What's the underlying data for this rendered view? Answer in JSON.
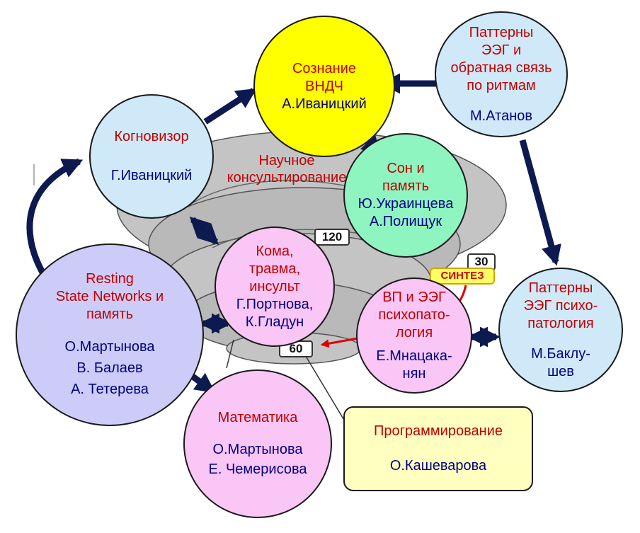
{
  "nodes": {
    "consciousness": {
      "title": "Сознание\nВНДЧ",
      "people": "А.Иваницкий",
      "fill": "#ffff00"
    },
    "eeg_patterns": {
      "title": "Паттерны\nЭЭГ и\nобратная связь\nпо ритмам",
      "people": "М.Атанов",
      "fill": "#cfe9f9"
    },
    "cognovisor": {
      "title": "Когновизор",
      "people": "Г.Иваницкий",
      "fill": "#cfe9f9"
    },
    "sleep": {
      "title": "Сон и\nпамять",
      "people": "Ю.Украинцева\nА.Полищук",
      "fill": "#8ff5c0"
    },
    "coma": {
      "title": "Кома,\nтравма,\nинсульт",
      "people": "Г.Портнова,\nК.Гладун",
      "fill": "#f9c6f5"
    },
    "resting": {
      "title": "Resting\nState Networks и\nпамять",
      "people": "О.Мартынова\nВ. Балаев\nА. Тетерева",
      "fill": "#cdccf9"
    },
    "vp_eeg": {
      "title": "ВП и ЭЭГ\nпсихопато-\nлогия",
      "people": "Е.Мнацака-\nнян",
      "fill": "#f9c6f5"
    },
    "eeg_psycho": {
      "title": "Паттерны\nЭЭГ психо-\nпатология",
      "people": "М.Баклу-\nшев",
      "fill": "#cfe9f9"
    },
    "math": {
      "title": "Математика",
      "people": "О.Мартынова\nЕ. Чемерисова",
      "fill": "#f9c6f5"
    },
    "programming": {
      "title": "Программирование",
      "people": "О.Кашеварова",
      "fill": "#ffffc0"
    }
  },
  "scientific_consulting": "Научное\nконсультирование",
  "spiral_badges": {
    "b120": "120",
    "b60": "60",
    "b30": "30",
    "synthesis": "СИНТЕЗ"
  },
  "colors": {
    "title_text": "#c00000",
    "people_text": "#000080",
    "arrow": "#0d1a50",
    "spiral": "#c4c4c4"
  }
}
